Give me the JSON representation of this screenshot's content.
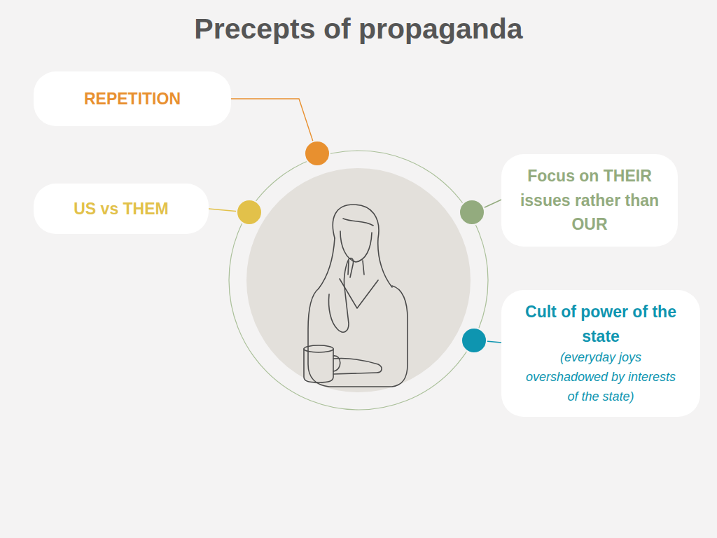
{
  "diagram": {
    "title": "Precepts of propaganda",
    "nodes": [
      {
        "text": [
          "REPETITION"
        ]
      },
      {
        "text": [
          "US vs THEM"
        ]
      },
      {
        "text": [
          "Focus on THEIR issues rather than OUR"
        ]
      },
      {
        "text": [
          "Cult of power of the state",
          "(everyday joys overshadowed by interests of the state)"
        ]
      }
    ]
  }
}
